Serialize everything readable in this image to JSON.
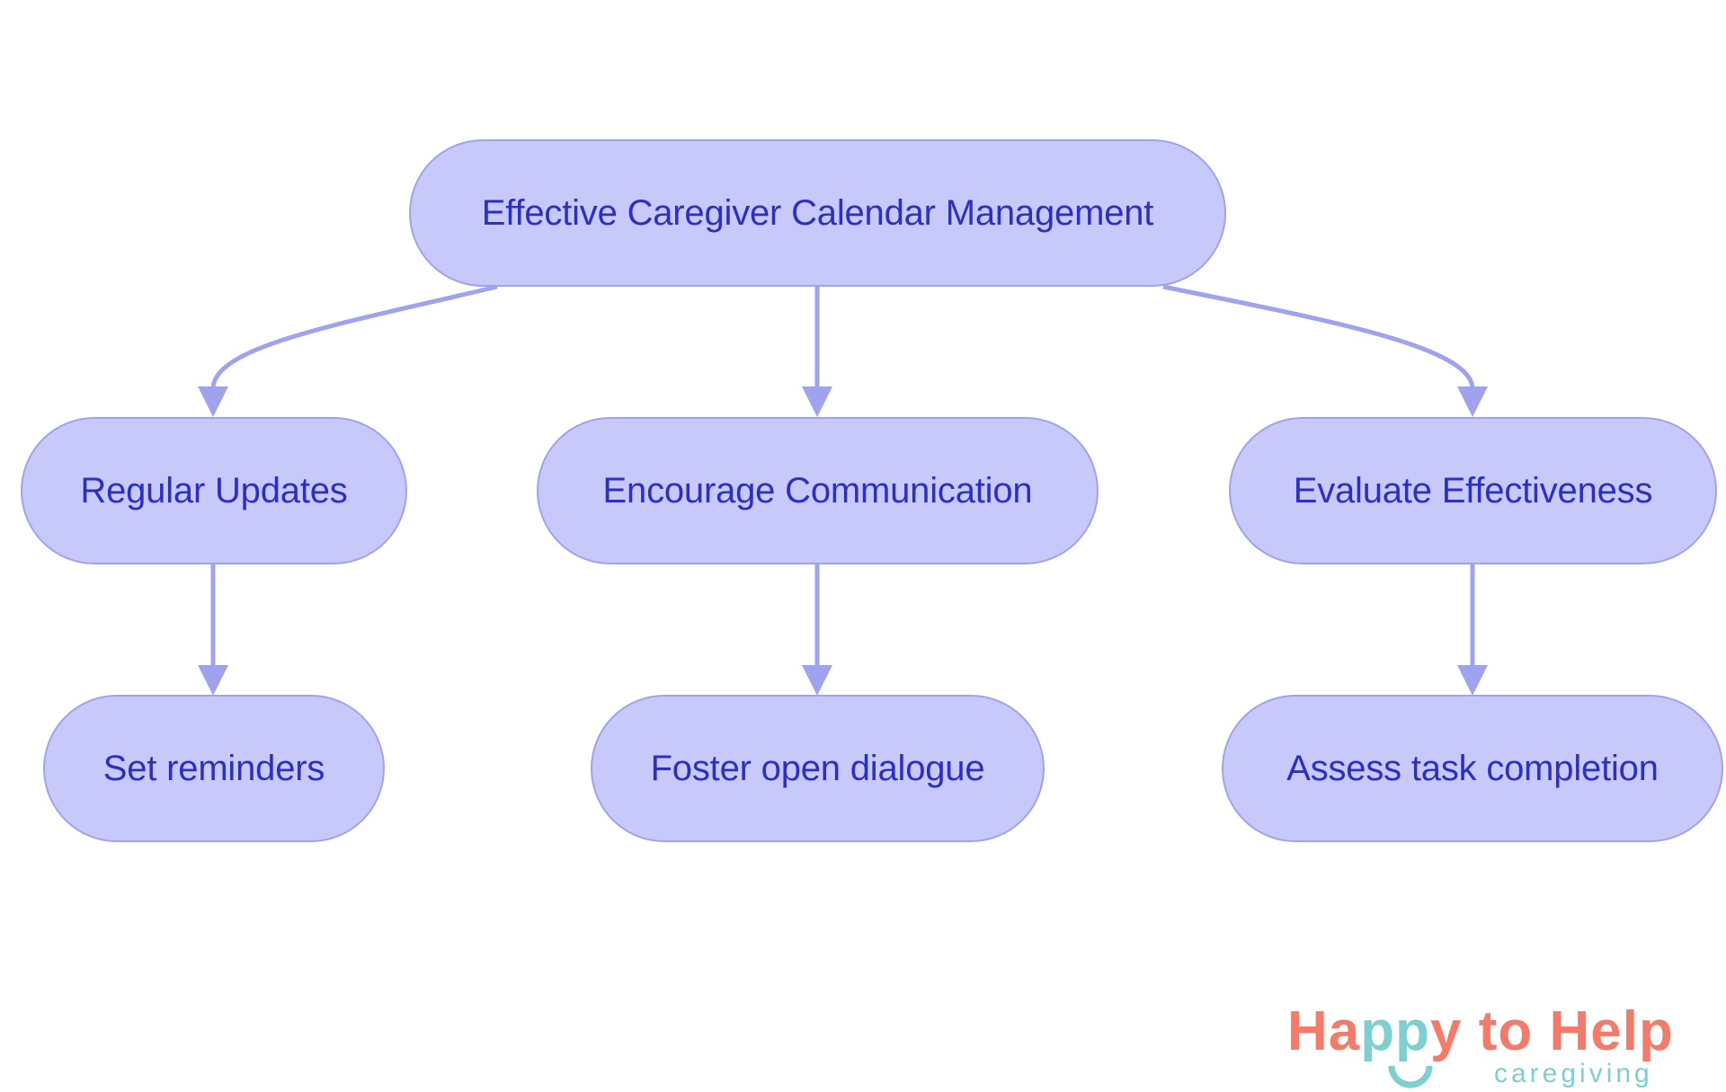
{
  "diagram": {
    "type": "flowchart-tree",
    "colors": {
      "node_fill": "#c8c9fb",
      "node_border": "#9fa2ef",
      "node_text": "#2b2fc6",
      "edge": "#9fa2ef",
      "background": "#ffffff"
    },
    "root": {
      "label": "Effective Caregiver Calendar Management"
    },
    "branches": [
      {
        "label": "Regular Updates",
        "child": {
          "label": "Set reminders"
        }
      },
      {
        "label": "Encourage Communication",
        "child": {
          "label": "Foster open dialogue"
        }
      },
      {
        "label": "Evaluate Effectiveness",
        "child": {
          "label": "Assess task completion"
        }
      }
    ],
    "edges": [
      {
        "from": "Effective Caregiver Calendar Management",
        "to": "Regular Updates"
      },
      {
        "from": "Effective Caregiver Calendar Management",
        "to": "Encourage Communication"
      },
      {
        "from": "Effective Caregiver Calendar Management",
        "to": "Evaluate Effectiveness"
      },
      {
        "from": "Regular Updates",
        "to": "Set reminders"
      },
      {
        "from": "Encourage Communication",
        "to": "Foster open dialogue"
      },
      {
        "from": "Evaluate Effectiveness",
        "to": "Assess task completion"
      }
    ]
  },
  "logo": {
    "part1": "Ha",
    "part2": "pp",
    "part3": "y to Help",
    "subtitle": "caregiving",
    "colors": {
      "coral": "#f47a6a",
      "teal": "#7ecfcf"
    }
  }
}
